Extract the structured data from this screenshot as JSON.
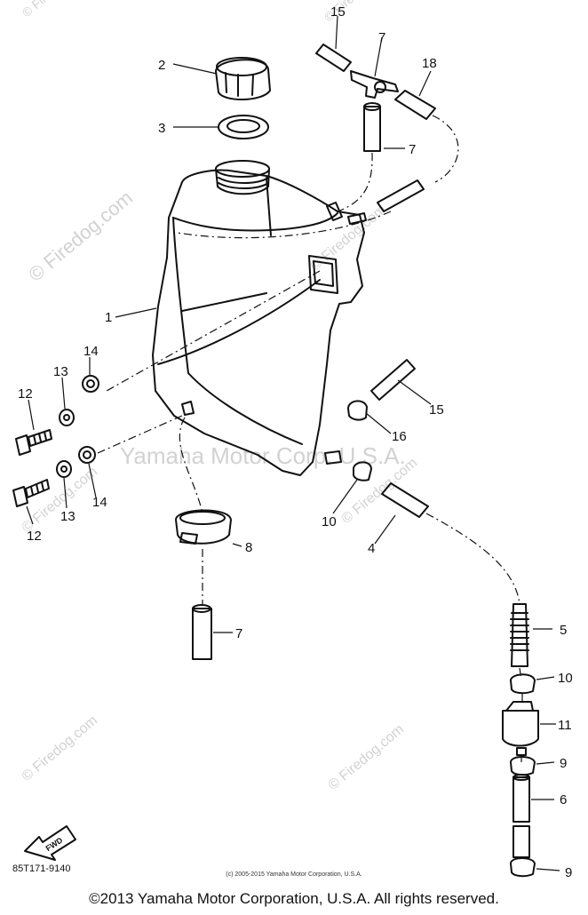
{
  "watermark": {
    "center": "Yamaha Motor Corp. U.S.A.",
    "site": "© Firedog.com"
  },
  "callouts": [
    {
      "id": "c1",
      "label": "1"
    },
    {
      "id": "c2",
      "label": "2"
    },
    {
      "id": "c3",
      "label": "3"
    },
    {
      "id": "c4",
      "label": "4"
    },
    {
      "id": "c5",
      "label": "5"
    },
    {
      "id": "c6",
      "label": "6"
    },
    {
      "id": "c7a",
      "label": "7"
    },
    {
      "id": "c7b",
      "label": "7"
    },
    {
      "id": "c7c",
      "label": "7"
    },
    {
      "id": "c8",
      "label": "8"
    },
    {
      "id": "c9a",
      "label": "9"
    },
    {
      "id": "c9b",
      "label": "9"
    },
    {
      "id": "c10a",
      "label": "10"
    },
    {
      "id": "c10b",
      "label": "10"
    },
    {
      "id": "c11",
      "label": "11"
    },
    {
      "id": "c12a",
      "label": "12"
    },
    {
      "id": "c12b",
      "label": "12"
    },
    {
      "id": "c13a",
      "label": "13"
    },
    {
      "id": "c13b",
      "label": "13"
    },
    {
      "id": "c14a",
      "label": "14"
    },
    {
      "id": "c14b",
      "label": "14"
    },
    {
      "id": "c15a",
      "label": "15"
    },
    {
      "id": "c15b",
      "label": "15"
    },
    {
      "id": "c16",
      "label": "16"
    },
    {
      "id": "c18",
      "label": "18"
    }
  ],
  "fwd_label": "FWD",
  "part_number": "85T171-9140",
  "copyright_small": "(c) 2005-2015 Yamaha Motor Corporation, U.S.A.",
  "copyright_main": "©2013 Yamaha Motor Corporation, U.S.A. All rights reserved."
}
